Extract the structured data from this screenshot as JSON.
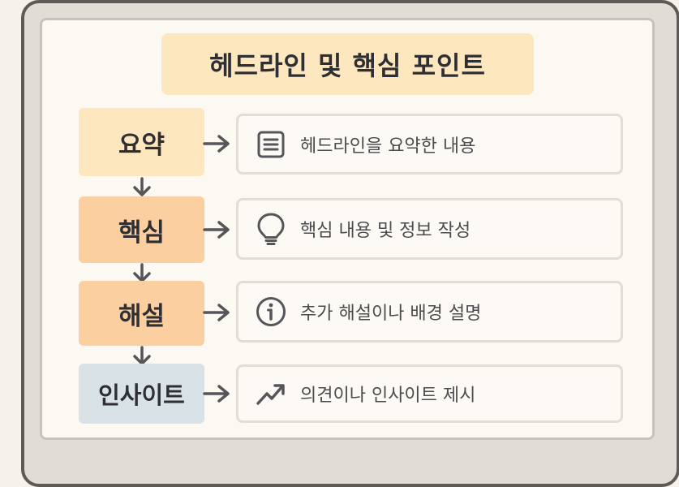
{
  "title": "헤드라인 및 핵심 포인트",
  "rows": [
    {
      "label": "요약",
      "label_bg": "#fde7bf",
      "icon": "document-lines-icon",
      "text": "헤드라인을 요약한 내용"
    },
    {
      "label": "핵심",
      "label_bg": "#fccfa1",
      "icon": "lightbulb-icon",
      "text": "핵심 내용 및 정보 작성"
    },
    {
      "label": "해설",
      "label_bg": "#fccfa1",
      "icon": "info-circle-icon",
      "text": "추가 해설이나 배경 설명"
    },
    {
      "label": "인사이트",
      "label_bg": "#d9e2e6",
      "icon": "trend-up-arrow-icon",
      "text": "의견이나 인사이트 제시"
    }
  ]
}
